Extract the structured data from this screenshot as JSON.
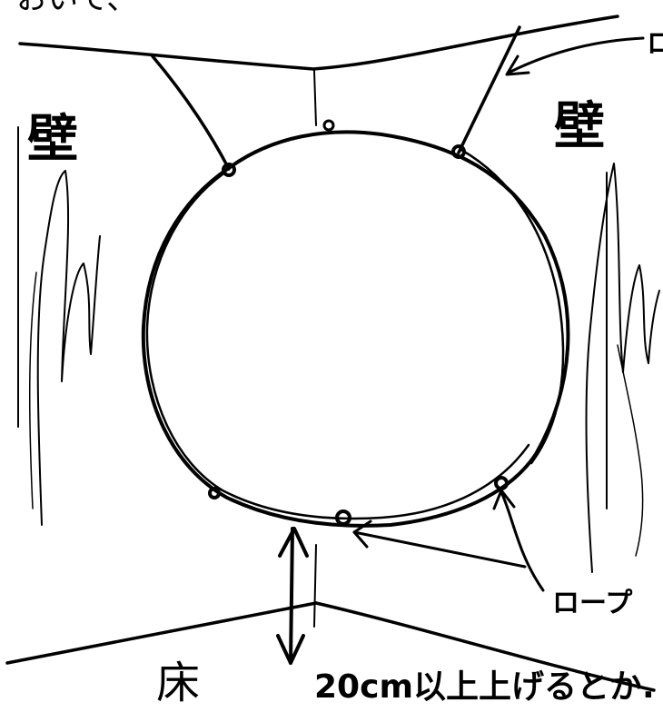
{
  "labels": {
    "top_fragment": "おいて、",
    "wall_left": "壁",
    "wall_right": "壁",
    "rope_top_cut": "ロ",
    "rope_bottom": "ロープ",
    "floor": "床",
    "note": "20cm以上上げるとか."
  },
  "colors": {
    "ink": "#000000",
    "paper": "#ffffff"
  }
}
